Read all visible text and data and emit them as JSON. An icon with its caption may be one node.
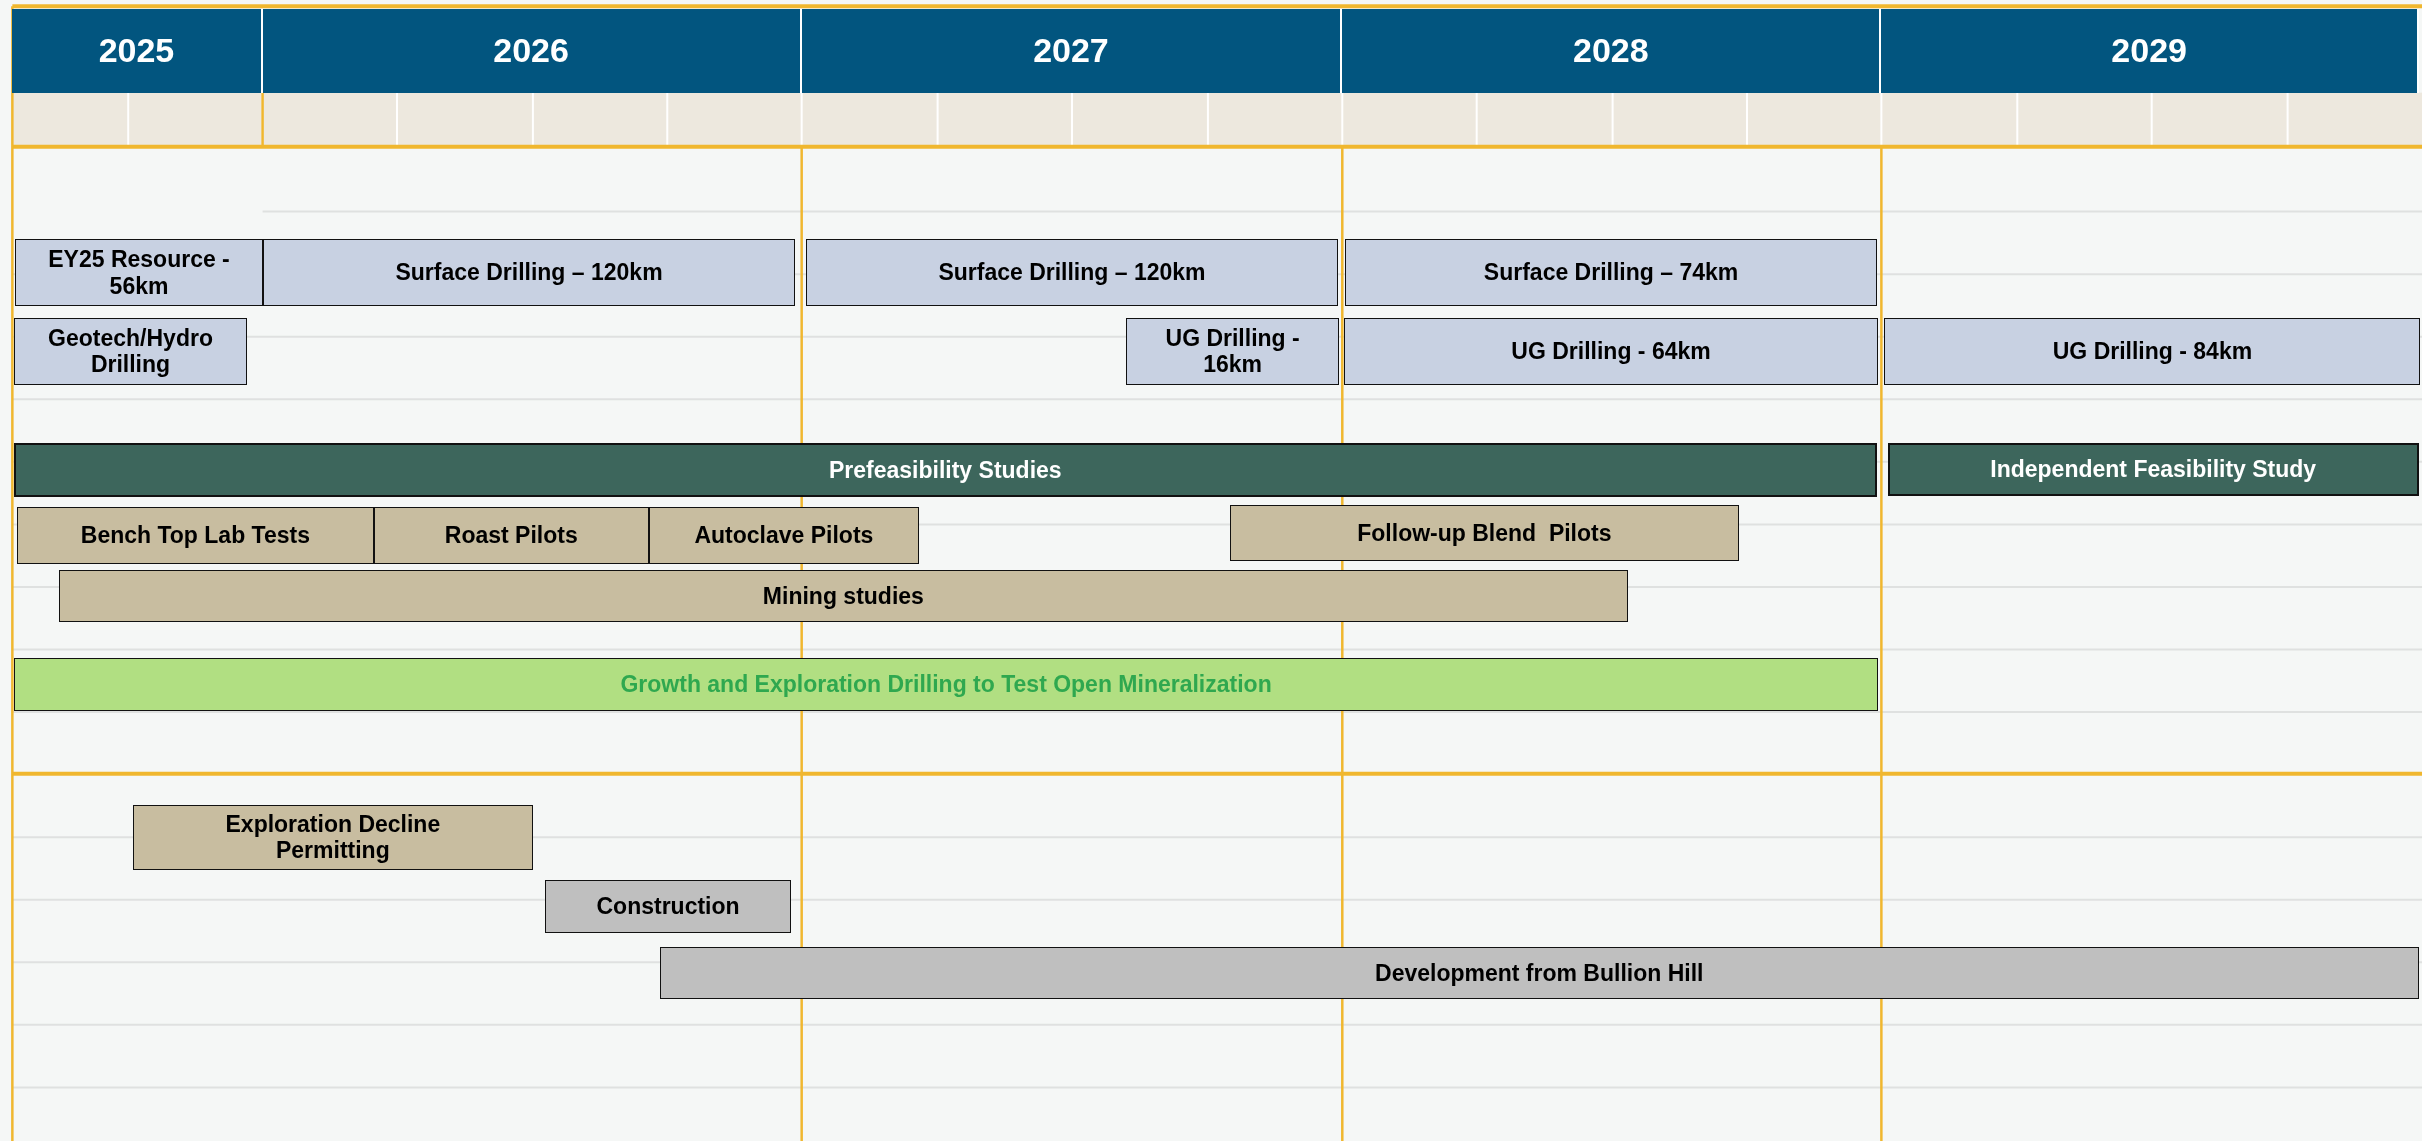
{
  "diagram": {
    "nodes": [
      {
        "text": [
          "2025"
        ]
      },
      {
        "text": [
          "2026"
        ]
      },
      {
        "text": [
          "2027"
        ]
      },
      {
        "text": [
          "2028"
        ]
      },
      {
        "text": [
          "2029"
        ]
      },
      {
        "text": [
          "EY25 Resource - 56km"
        ]
      },
      {
        "text": [
          "Surface Drilling – 120km"
        ]
      },
      {
        "text": [
          "Surface Drilling – 120km"
        ]
      },
      {
        "text": [
          "Surface Drilling – 74km"
        ]
      },
      {
        "text": [
          "Geotech/Hydro Drilling"
        ]
      },
      {
        "text": [
          "UG Drilling - 16km"
        ]
      },
      {
        "text": [
          "UG Drilling - 64km"
        ]
      },
      {
        "text": [
          "UG Drilling - 84km"
        ]
      },
      {
        "text": [
          "Prefeasibility Studies"
        ]
      },
      {
        "text": [
          "Independent Feasibility Study"
        ]
      },
      {
        "text": [
          "Bench Top Lab Tests"
        ]
      },
      {
        "text": [
          "Roast Pilots"
        ]
      },
      {
        "text": [
          "Autoclave Pilots"
        ]
      },
      {
        "text": [
          "Follow-up Blend  Pilots"
        ]
      },
      {
        "text": [
          "Mining studies"
        ]
      },
      {
        "text": [
          "Growth and Exploration Drilling to Test Open Mineralization"
        ]
      },
      {
        "text": [
          "Exploration Decline Permitting"
        ]
      },
      {
        "text": [
          "Construction"
        ]
      },
      {
        "text": [
          "Development from Bullion Hill"
        ]
      }
    ]
  }
}
